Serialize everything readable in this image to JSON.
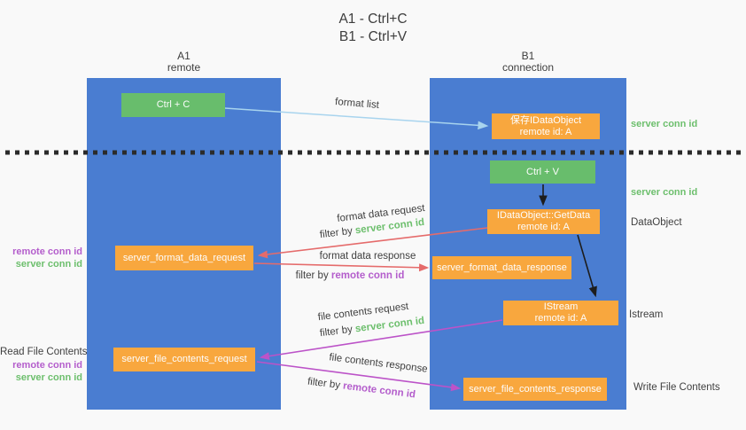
{
  "title": {
    "line1": "A1 - Ctrl+C",
    "line2": "B1 - Ctrl+V"
  },
  "lifelines": {
    "left": {
      "name": "A1",
      "role": "remote"
    },
    "right": {
      "name": "B1",
      "role": "connection"
    }
  },
  "boxes": {
    "ctrl_c": "Ctrl + C",
    "ctrl_v": "Ctrl + V",
    "save_idataobject": {
      "title": "保存IDataObject",
      "subtitle": "remote id: A"
    },
    "idataobject_getdata": {
      "title": "IDataObject::GetData",
      "subtitle": "remote id: A"
    },
    "istream": {
      "title": "IStream",
      "subtitle": "remote id: A"
    },
    "server_format_data_request": "server_format_data_request",
    "server_format_data_response": "server_format_data_response",
    "server_file_contents_request": "server_file_contents_request",
    "server_file_contents_response": "server_file_contents_response"
  },
  "edge_labels": {
    "format_list": "format list",
    "format_data_request": "format data request",
    "format_data_response": "format data response",
    "file_contents_request": "file contents request",
    "file_contents_response": "file contents response",
    "filter_by": "filter by"
  },
  "side_labels": {
    "server_conn_id": "server conn id",
    "remote_conn_id": "remote conn id",
    "dataobject": "DataObject",
    "istream": "Istream",
    "read_file_contents": "Read File Contents",
    "write_file_contents": "Write File Contents"
  },
  "colors": {
    "lifeline_blue": "#4a7dd1",
    "box_green": "#68bd6c",
    "box_orange": "#f8a73e",
    "text_green": "#6dbf6d",
    "text_purple": "#b45ecc",
    "arrow_red": "#e56b6b",
    "arrow_magenta": "#bc53c8",
    "arrow_lightblue": "#a8d4ee",
    "arrow_black": "#1d1d1d"
  }
}
